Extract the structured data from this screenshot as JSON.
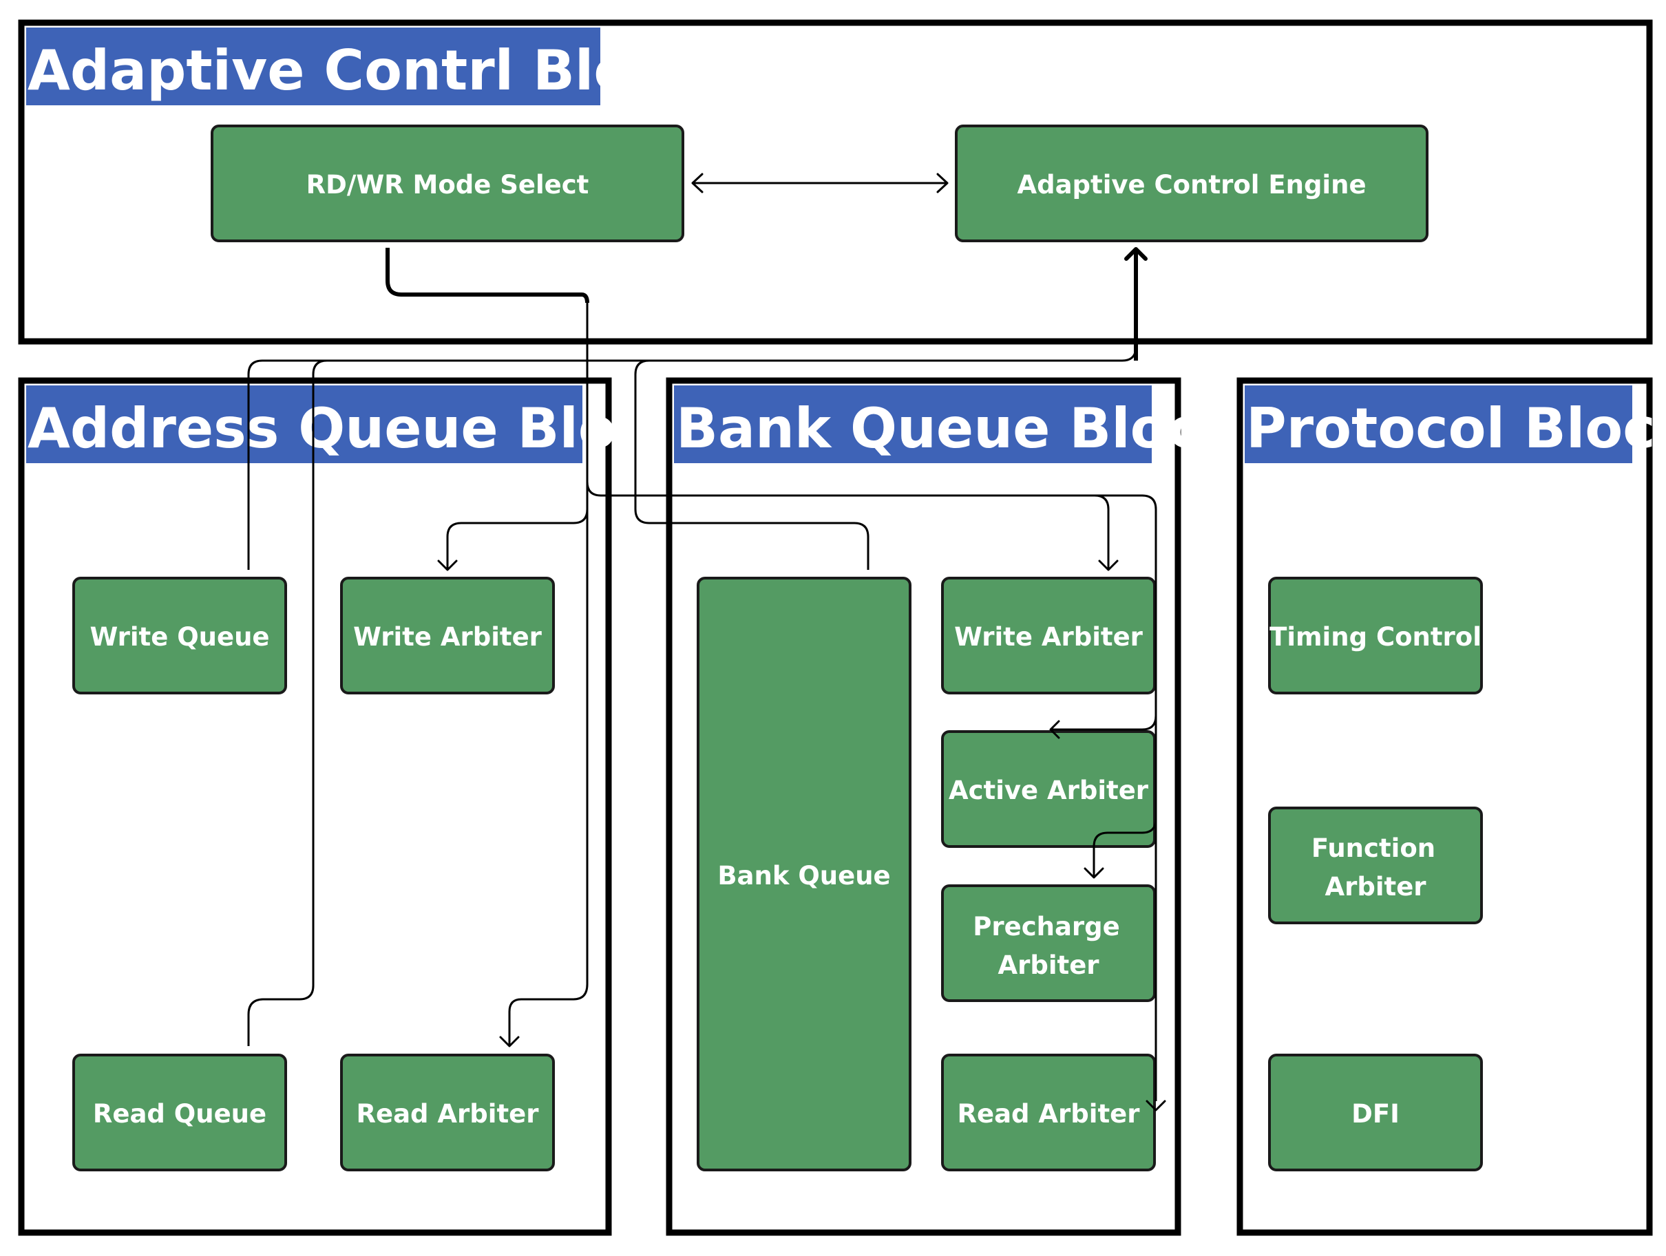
{
  "blocks": {
    "adaptive": {
      "title": "Adaptive Contrl Block",
      "components": {
        "rdwr": "RD/WR Mode Select",
        "engine": "Adaptive Control Engine"
      }
    },
    "address_queue": {
      "title": "Address Queue Block",
      "components": {
        "write_queue": "Write Queue",
        "write_arbiter": "Write Arbiter",
        "read_queue": "Read Queue",
        "read_arbiter": "Read Arbiter"
      }
    },
    "bank_queue": {
      "title": "Bank Queue Block",
      "components": {
        "bank_queue": "Bank Queue",
        "write_arbiter": "Write Arbiter",
        "active_arbiter": "Active Arbiter",
        "precharge_arbiter": [
          "Precharge",
          "Arbiter"
        ],
        "read_arbiter": "Read Arbiter"
      }
    },
    "protocol": {
      "title": "Protocol Block",
      "components": {
        "timing_control": "Timing Control",
        "function_arbiter": [
          "Function",
          "Arbiter"
        ],
        "dfi": "DFI"
      }
    }
  },
  "colors": {
    "title_background": "#3e63b7",
    "title_text": "#ffffff",
    "component_fill": "#549b63",
    "component_text": "#ffffff",
    "frame": "#000000"
  }
}
